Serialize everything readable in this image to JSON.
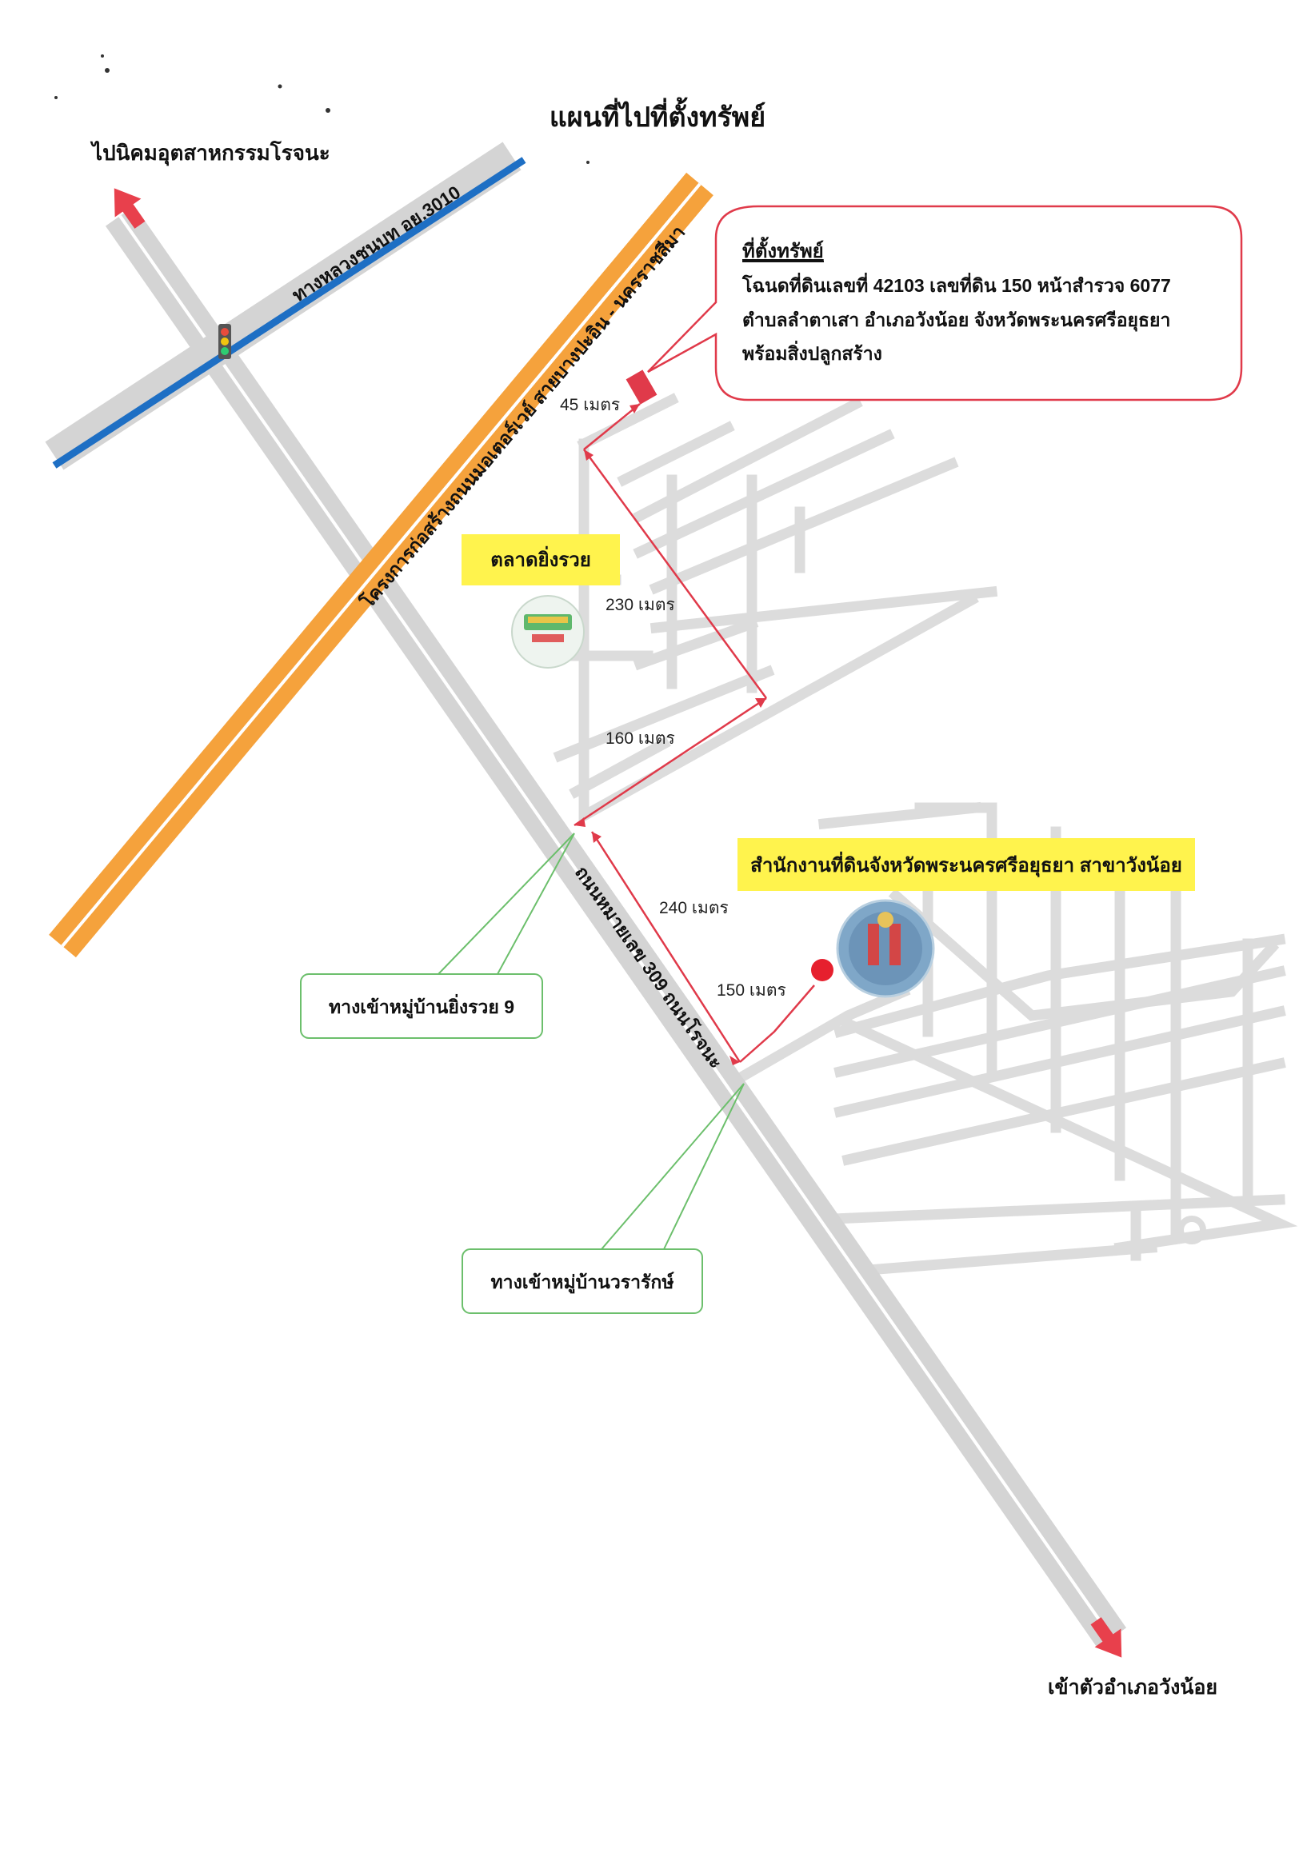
{
  "title": "แผนที่ไปที่ตั้งทรัพย์",
  "top_destination": "ไปนิคมอุตสาหกรรมโรจนะ",
  "bottom_destination": "เข้าตัวอำเภอวังน้อย",
  "roads": {
    "rural_highway": "ทางหลวงชนบท อย.3010",
    "motorway_project": "โครงการก่อสร้างถนนมอเตอร์เวย์ สายบางปะอิน - นครราชสีมา",
    "main_road": "ถนนหมายเลข 309 ถนนโรจนะ"
  },
  "property_box": {
    "heading": "ที่ตั้งทรัพย์",
    "line1": "โฉนดที่ดินเลขที่ 42103 เลขที่ดิน 150 หน้าสำรวจ 6077",
    "line2": "ตำบลลำตาเสา อำเภอวังน้อย จังหวัดพระนครศรีอยุธยา",
    "line3": "พร้อมสิ่งปลูกสร้าง"
  },
  "landmarks": {
    "market": "ตลาดยิ่งรวย",
    "land_office": "สำนักงานที่ดินจังหวัดพระนครศรีอยุธยา สาขาวังน้อย"
  },
  "entrances": {
    "entrance_1": "ทางเข้าหมู่บ้านยิ่งรวย 9",
    "entrance_2": "ทางเข้าหมู่บ้านวรารักษ์"
  },
  "distances": {
    "d45": "45 เมตร",
    "d230": "230 เมตร",
    "d160": "160 เมตร",
    "d240": "240 เมตร",
    "d150": "150 เมตร"
  },
  "colors": {
    "road_gray": "#dcdcdc",
    "highway_blue": "#1e6fc4",
    "motorway_orange": "#f5a23c",
    "route_red": "#e03a4a",
    "callout_green": "#6cbf6c",
    "highlight_yellow": "#fff34d",
    "arrow_red": "#e8404c"
  }
}
